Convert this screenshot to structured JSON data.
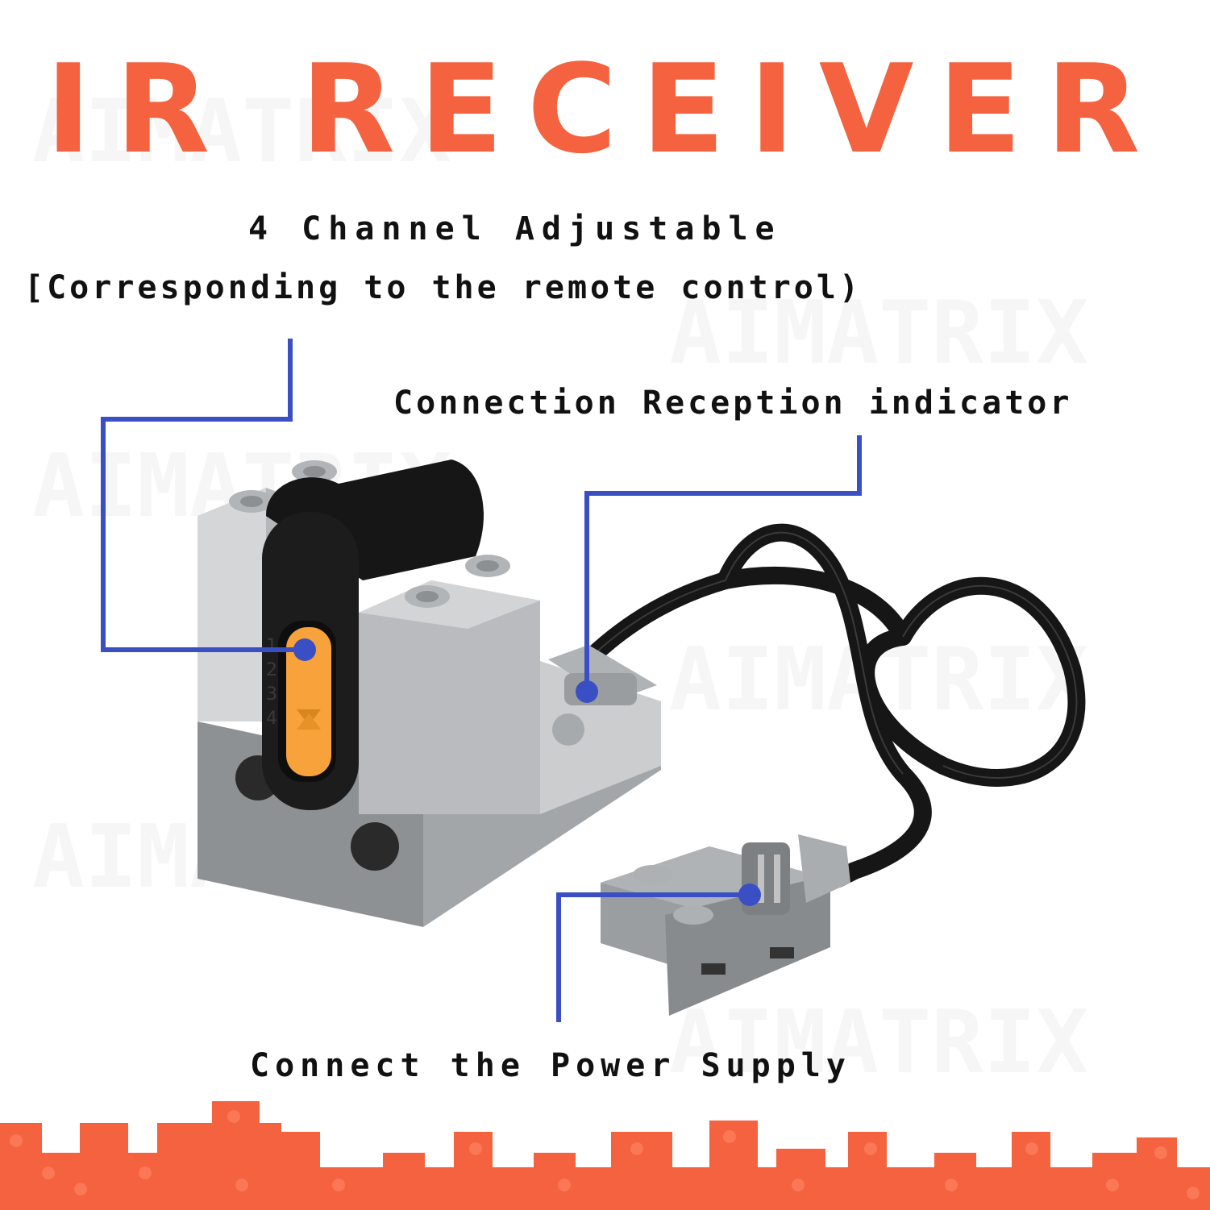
{
  "header": {
    "title": "IR RECEIVER"
  },
  "labels": {
    "channel": "4 Channel Adjustable",
    "corresponding": "[Corresponding to the remote control)",
    "indicator": "Connection Reception indicator",
    "power": "Connect the Power Supply"
  },
  "watermark": {
    "text": "AIMATRIX"
  },
  "device": {
    "channel_numbers": [
      "1",
      "2",
      "3",
      "4"
    ]
  },
  "colors": {
    "title": "#F4623F",
    "callout_line": "#3A4FC4",
    "brick_border": "#F4623F",
    "selector": "#F7A23A",
    "brick_light": "#C9CBCD",
    "brick_dark": "#8E9194",
    "black_part": "#161616"
  }
}
